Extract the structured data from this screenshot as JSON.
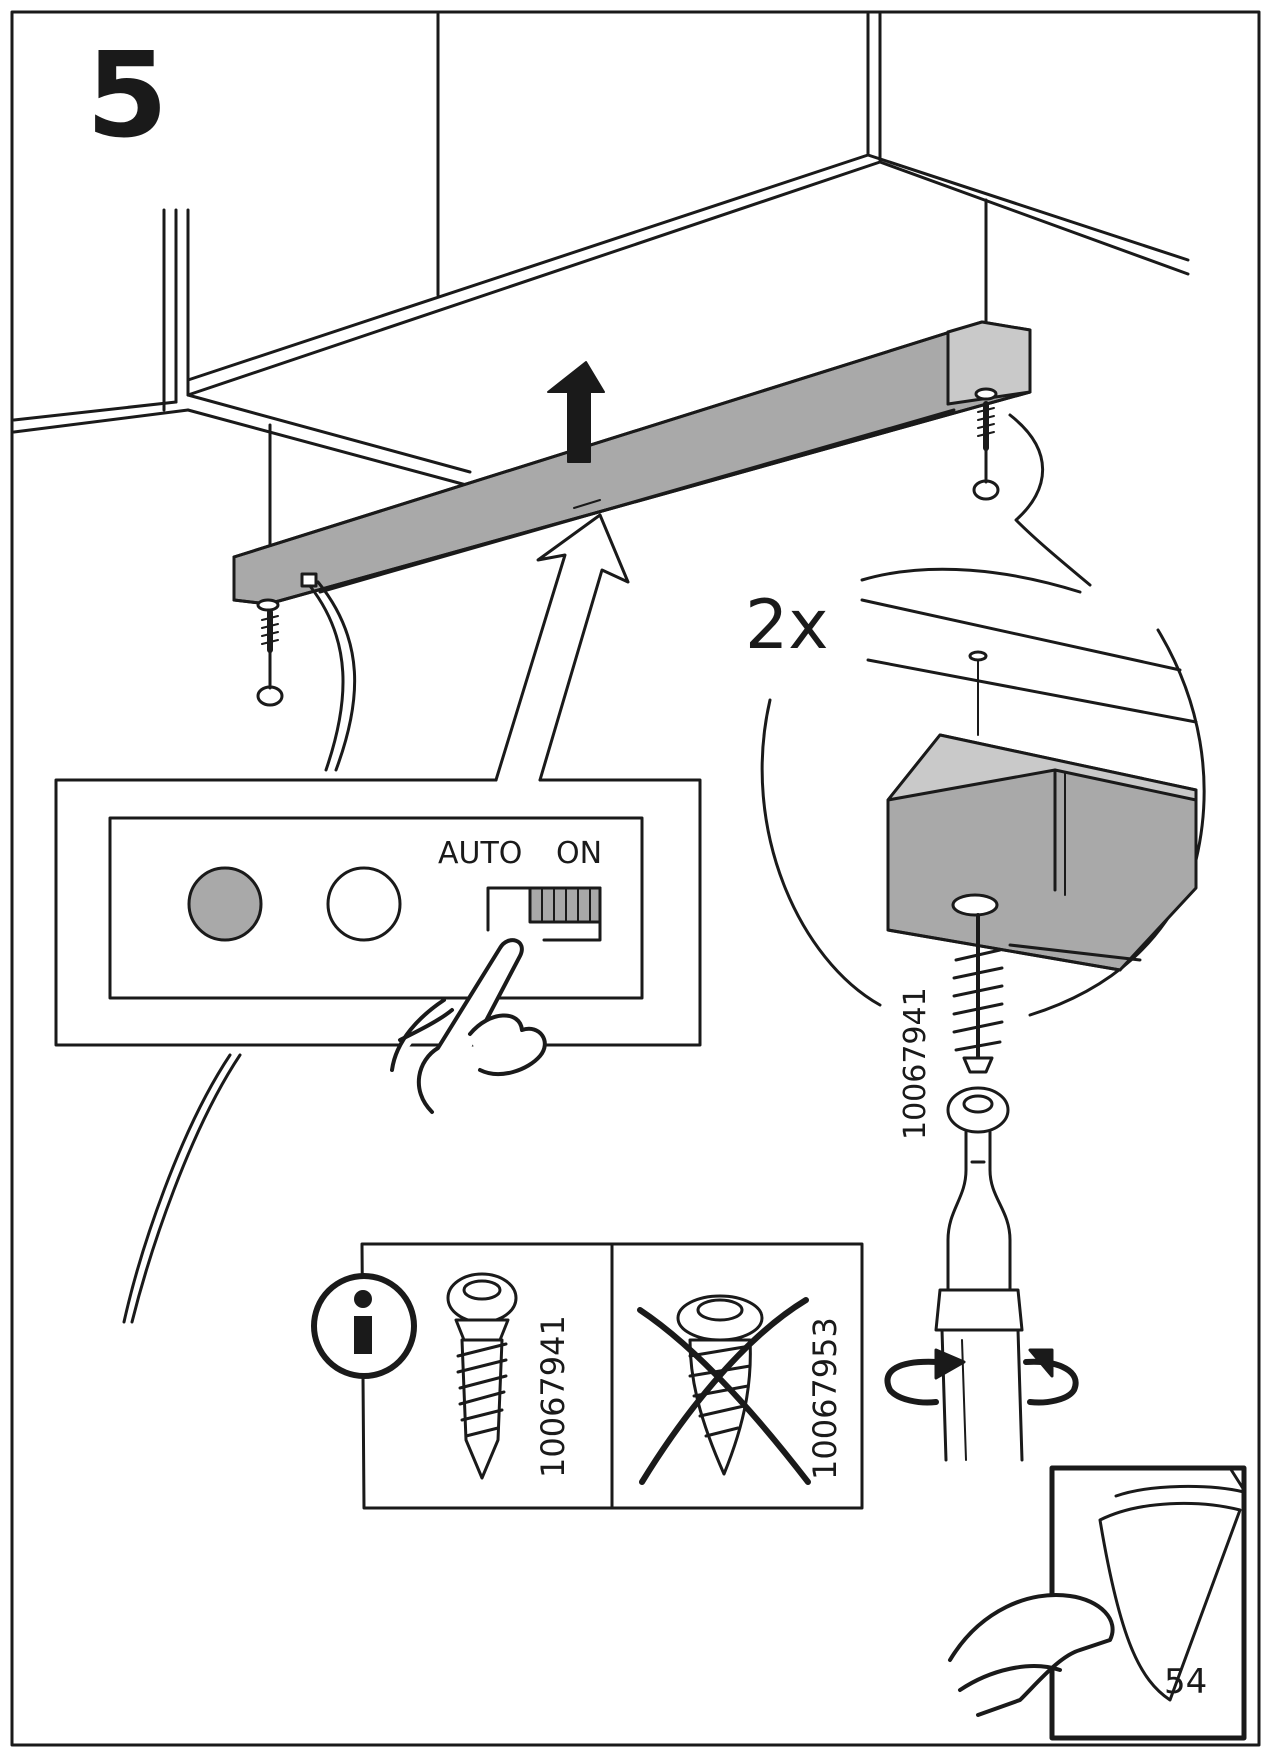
{
  "step": {
    "number": "5"
  },
  "detail": {
    "quantity": "2x"
  },
  "switch": {
    "auto_label": "AUTO",
    "on_label": "ON"
  },
  "screws": {
    "main_article": "10067941",
    "correct_article": "10067941",
    "wrong_article": "10067953"
  },
  "footer": {
    "page_number": "54"
  },
  "icons": {
    "info": "info-icon",
    "rotate": "rotate-arrows-icon",
    "lift": "up-arrow-icon",
    "page_turn": "page-turn-icon"
  },
  "colors": {
    "line": "#1a1a1a",
    "fill_gray": "#a9a9a9",
    "fill_light": "#c9c9c9"
  }
}
